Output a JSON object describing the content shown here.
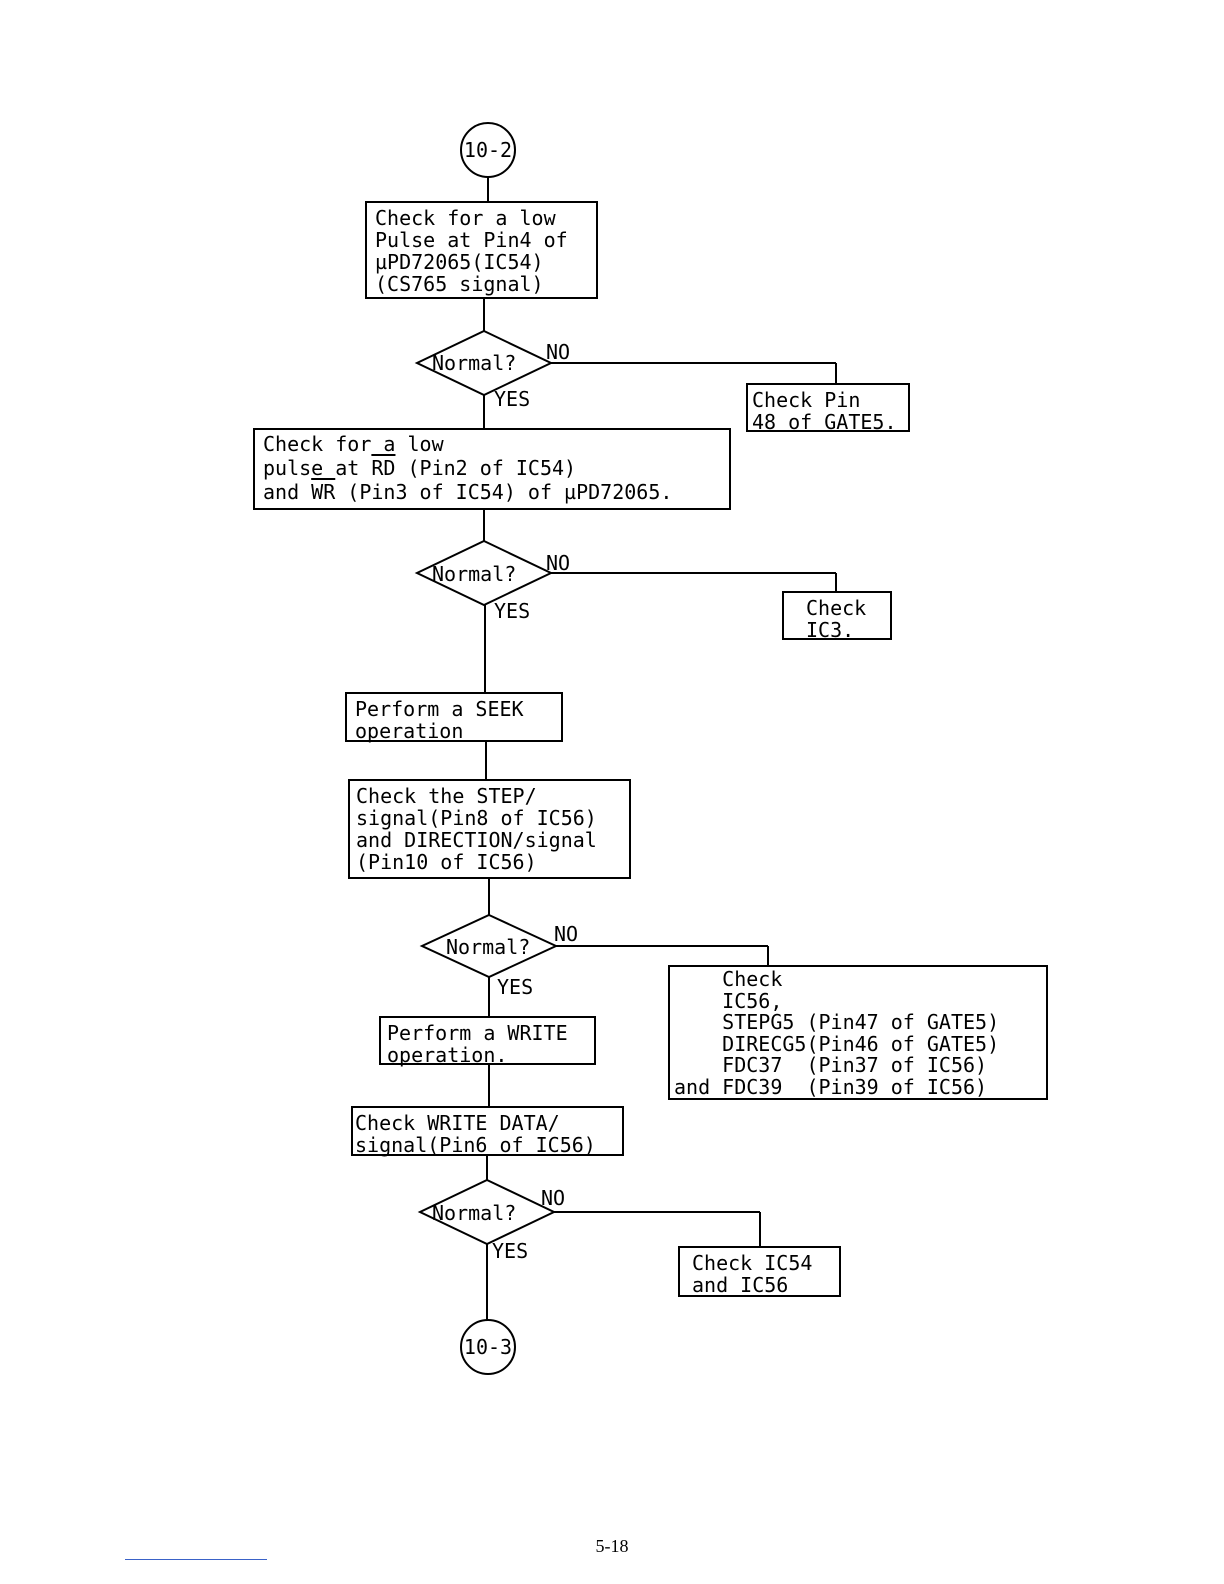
{
  "connectors": {
    "top": "10-2",
    "bottom": "10-3"
  },
  "steps": {
    "step1": "Check for a low\nPulse at Pin4 of\nµPD72065(IC54)\n(CS765 signal)",
    "step2_line1": "Check for a low",
    "step2_line2_pre": "pulse at ",
    "step2_rd": "RD",
    "step2_line2_post": " (Pin2 of IC54)",
    "step2_line3_pre": "and ",
    "step2_wr": "WR",
    "step2_line3_post": " (Pin3 of IC54) of µPD72065.",
    "step3": "Perform a SEEK\noperation",
    "step4": "Check the STEP/\nsignal(Pin8 of IC56)\nand DIRECTION/signal\n(Pin10 of IC56)",
    "step5": "Perform a WRITE\noperation.",
    "step6": "Check WRITE DATA/\nsignal(Pin6 of IC56)"
  },
  "decisions": {
    "d1": "Normal?",
    "d2": "Normal?",
    "d3": "Normal?",
    "d4": "Normal?"
  },
  "branch_labels": {
    "yes": "YES",
    "no": "NO"
  },
  "actions": {
    "a1": "Check Pin\n48 of GATE5.",
    "a2": "Check\nIC3.",
    "a3": "    Check\n    IC56,\n    STEPG5 (Pin47 of GATE5)\n    DIRECG5(Pin46 of GATE5)\n    FDC37  (Pin37 of IC56)\nand FDC39  (Pin39 of IC56)",
    "a4": "Check IC54\nand IC56"
  },
  "footer": {
    "page_number": "5-18"
  }
}
